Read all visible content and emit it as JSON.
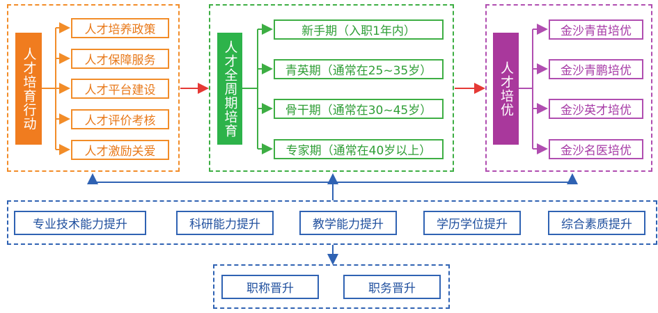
{
  "colors": {
    "orange": "#f28c28",
    "orange_fill": "#f07c1f",
    "green": "#3dae43",
    "green_fill": "#2db34a",
    "purple": "#b04db0",
    "purple_fill": "#a9389c",
    "blue": "#2f62b3",
    "red_arrow": "#e53935"
  },
  "stage1": {
    "title": "人才培育行动",
    "items": [
      "人才培养政策",
      "人才保障服务",
      "人才平台建设",
      "人才评价考核",
      "人才激励关爱"
    ]
  },
  "stage2": {
    "title": "人才全周期培育",
    "items": [
      "新手期（入职1年内）",
      "青英期（通常在25~35岁）",
      "骨干期（通常在30~45岁）",
      "专家期（通常在40岁以上）"
    ]
  },
  "stage3": {
    "title": "人才培优",
    "items": [
      "金沙青苗培优",
      "金沙青鹏培优",
      "金沙英才培优",
      "金沙名医培优"
    ]
  },
  "abilities": {
    "items": [
      "专业技术能力提升",
      "科研能力提升",
      "教学能力提升",
      "学历学位提升",
      "综合素质提升"
    ]
  },
  "promotion": {
    "items": [
      "职称晋升",
      "职务晋升"
    ]
  }
}
